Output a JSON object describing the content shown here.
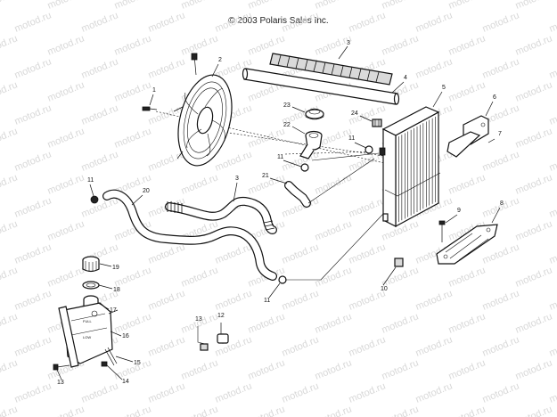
{
  "copyright": "© 2003 Polaris Sales Inc.",
  "watermark": "motod.ru",
  "callouts": [
    {
      "id": "c1",
      "label": "1"
    },
    {
      "id": "c2",
      "label": "2"
    },
    {
      "id": "c3a",
      "label": "3"
    },
    {
      "id": "c3b",
      "label": "3"
    },
    {
      "id": "c4",
      "label": "4"
    },
    {
      "id": "c5",
      "label": "5"
    },
    {
      "id": "c6",
      "label": "6"
    },
    {
      "id": "c7",
      "label": "7"
    },
    {
      "id": "c8",
      "label": "8"
    },
    {
      "id": "c9",
      "label": "9"
    },
    {
      "id": "c10",
      "label": "10"
    },
    {
      "id": "c11a",
      "label": "11"
    },
    {
      "id": "c11b",
      "label": "11"
    },
    {
      "id": "c11c",
      "label": "11"
    },
    {
      "id": "c11d",
      "label": "11"
    },
    {
      "id": "c12",
      "label": "12"
    },
    {
      "id": "c13a",
      "label": "13"
    },
    {
      "id": "c13b",
      "label": "13"
    },
    {
      "id": "c14",
      "label": "14"
    },
    {
      "id": "c15",
      "label": "15"
    },
    {
      "id": "c16",
      "label": "16"
    },
    {
      "id": "c17",
      "label": "17"
    },
    {
      "id": "c18",
      "label": "18"
    },
    {
      "id": "c19",
      "label": "19"
    },
    {
      "id": "c20",
      "label": "20"
    },
    {
      "id": "c21",
      "label": "21"
    },
    {
      "id": "c22",
      "label": "22"
    },
    {
      "id": "c23",
      "label": "23"
    },
    {
      "id": "c24",
      "label": "24"
    }
  ]
}
